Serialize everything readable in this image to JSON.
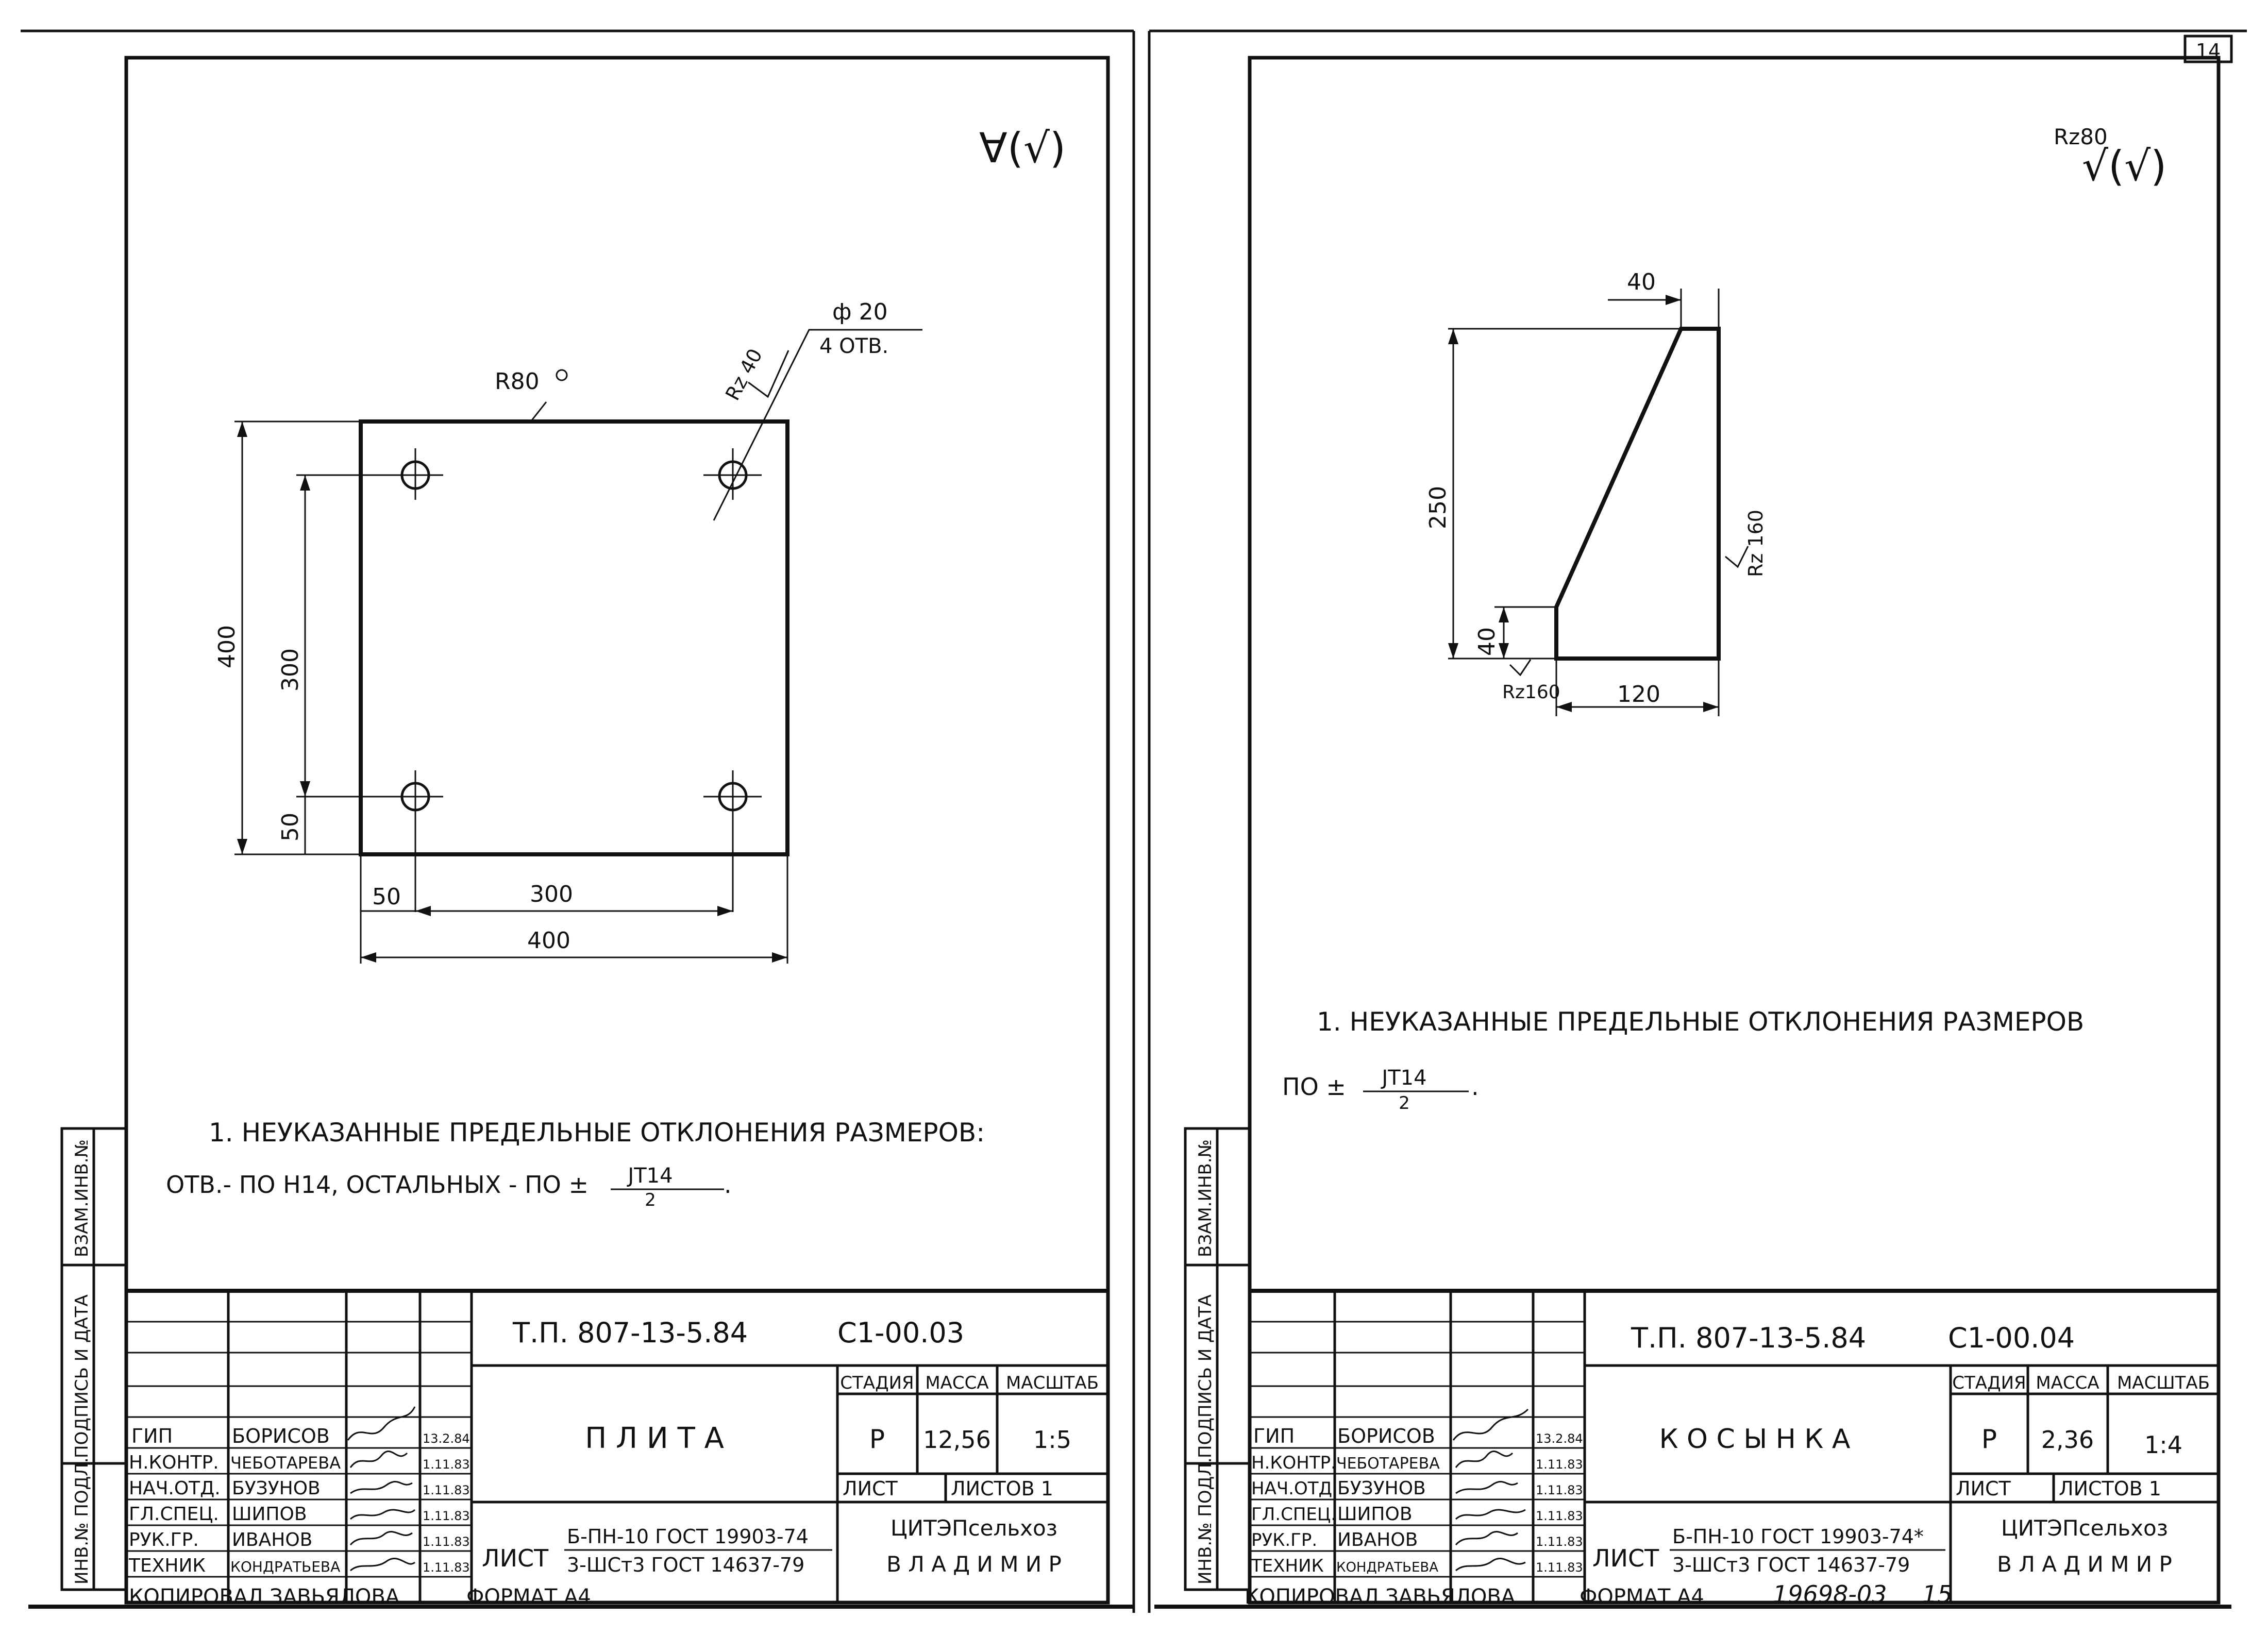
{
  "sheet_number": "14",
  "left": {
    "roughness_sign": "∀(√)",
    "annotations": {
      "r80": "R80",
      "hole_dia": "ф 20",
      "hole_count": "4 ОТВ.",
      "rz40": "Rz 40"
    },
    "dims": {
      "height_total": "400",
      "height_holes": "300",
      "height_edge": "50",
      "width_edge": "50",
      "width_holes": "300",
      "width_total": "400"
    },
    "notes": {
      "line1": "1. НЕУКАЗАННЫЕ ПРЕДЕЛЬНЫЕ ОТКЛОНЕНИЯ РАЗМЕРОВ:",
      "line2": "ОТВ.- ПО H14, ОСТАЛЬНЫХ - ПО ±",
      "frac_num": "ЈТ14",
      "frac_den": "2",
      "tail": "."
    },
    "side_stamp": [
      "ИНВ.№ ПОДЛ.",
      "ПОДПИСЬ И ДАТА",
      "ВЗАМ.ИНВ.№"
    ],
    "title_block": {
      "doc_code": "Т.П. 807-13-5.84",
      "sheet_code": "С1-00.03",
      "name": "П Л И Т А",
      "hdr_stage": "СТАДИЯ",
      "hdr_mass": "МАССА",
      "hdr_scale": "МАСШТАБ",
      "stage": "Р",
      "mass": "12,56",
      "scale": "1:5",
      "sheet_label": "ЛИСТ",
      "sheets_label": "ЛИСТОВ 1",
      "list_word": "ЛИСТ",
      "material_top": "Б-ПН-10 ГОСТ 19903-74",
      "material_bottom": "3-ШСт3 ГОСТ 14637-79",
      "org1": "ЦИТЭПсельхоз",
      "org2": "В Л А Д И М И Р",
      "people": [
        {
          "role": "ГИП",
          "name": "БОРИСОВ",
          "date": "13.2.84"
        },
        {
          "role": "Н.КОНТР.",
          "name": "ЧЕБОТАРЕВА",
          "date": "1.11.83"
        },
        {
          "role": "НАЧ.ОТД.",
          "name": "БУЗУНОВ",
          "date": "1.11.83"
        },
        {
          "role": "ГЛ.СПЕЦ.",
          "name": "ШИПОВ",
          "date": "1.11.83"
        },
        {
          "role": "РУК.ГР.",
          "name": "ИВАНОВ",
          "date": "1.11.83"
        },
        {
          "role": "ТЕХНИК",
          "name": "КОНДРАТЬЕВА",
          "date": "1.11.83"
        }
      ],
      "copied": "КОПИРОВАЛ ЗАВЬЯЛОВА",
      "format": "ФОРМАТ А4"
    }
  },
  "right": {
    "roughness_rz": "Rz80",
    "roughness_sign": "√(√)",
    "dims": {
      "top": "40",
      "height_total": "250",
      "height_small": "40",
      "bottom": "120"
    },
    "annotations": {
      "rz160_side": "Rz 160",
      "rz160_bottom": "Rz160"
    },
    "notes": {
      "line1": "1. НЕУКАЗАННЫЕ ПРЕДЕЛЬНЫЕ ОТКЛОНЕНИЯ РАЗМЕРОВ",
      "line2": "ПО ±",
      "frac_num": "ЈТ14",
      "frac_den": "2",
      "tail": "."
    },
    "side_stamp": [
      "ИНВ.№ ПОДЛ.",
      "ПОДПИСЬ И ДАТА",
      "ВЗАМ.ИНВ.№"
    ],
    "title_block": {
      "doc_code": "Т.П. 807-13-5.84",
      "sheet_code": "С1-00.04",
      "name": "К О С Ы Н К А",
      "hdr_stage": "СТАДИЯ",
      "hdr_mass": "МАССА",
      "hdr_scale": "МАСШТАБ",
      "stage": "Р",
      "mass": "2,36",
      "scale": "1:4",
      "sheet_label": "ЛИСТ",
      "sheets_label": "ЛИСТОВ 1",
      "list_word": "ЛИСТ",
      "material_top": "Б-ПН-10 ГОСТ 19903-74*",
      "material_bottom": "3-ШСт3 ГОСТ 14637-79",
      "org1": "ЦИТЭПсельхоз",
      "org2": "В Л А Д И М И Р",
      "people": [
        {
          "role": "ГИП",
          "name": "БОРИСОВ",
          "date": "13.2.84"
        },
        {
          "role": "Н.КОНТР.",
          "name": "ЧЕБОТАРЕВА",
          "date": "1.11.83"
        },
        {
          "role": "НАЧ.ОТД.",
          "name": "БУЗУНОВ",
          "date": "1.11.83"
        },
        {
          "role": "ГЛ.СПЕЦ.",
          "name": "ШИПОВ",
          "date": "1.11.83"
        },
        {
          "role": "РУК.ГР.",
          "name": "ИВАНОВ",
          "date": "1.11.83"
        },
        {
          "role": "ТЕХНИК",
          "name": "КОНДРАТЬЕВА",
          "date": "1.11.83"
        }
      ],
      "copied": "КОПИРОВАЛ ЗАВЬЯЛОВА",
      "format": "ФОРМАТ А4",
      "archive_no": "19698-03",
      "page_no": "15"
    }
  }
}
